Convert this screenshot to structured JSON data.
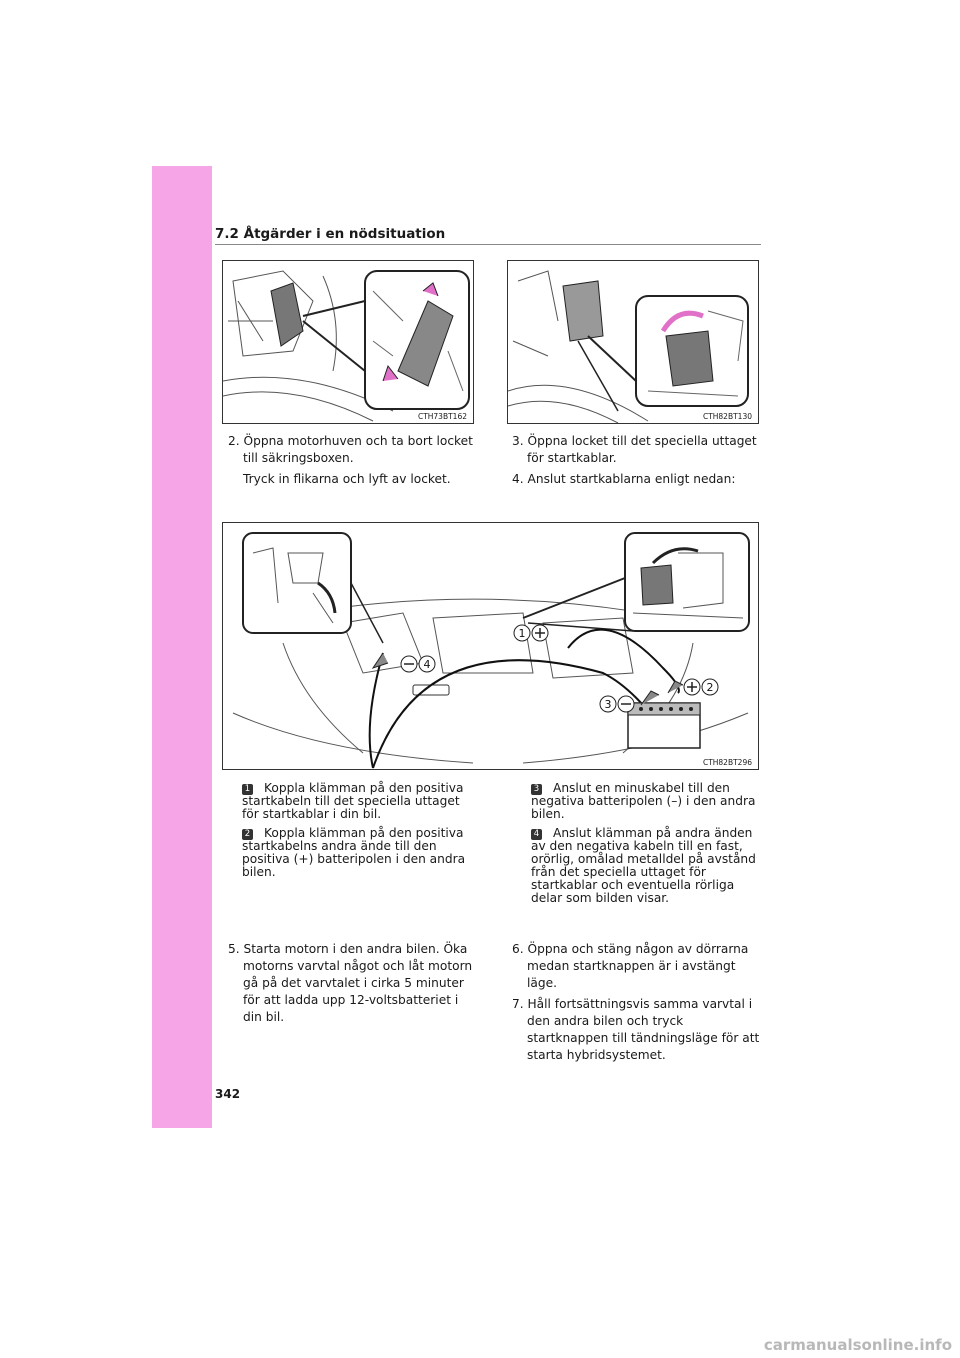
{
  "section": {
    "title": "7.2  Åtgärder i en nödsituation"
  },
  "figures": {
    "fig1": {
      "code": "CTH73BT162"
    },
    "fig2": {
      "code": "CTH82BT130"
    },
    "fig3": {
      "code": "CTH82BT296",
      "labels": [
        "1",
        "2",
        "3",
        "4"
      ]
    }
  },
  "steps_left": [
    {
      "number": "2.",
      "text": "Öppna motorhuven och ta bort locket till säkringsboxen.",
      "sub": "Tryck in flikarna och lyft av locket."
    }
  ],
  "steps_right": [
    {
      "number": "3.",
      "text": "Öppna locket till det speciella uttaget för startkablar."
    },
    {
      "number": "4.",
      "text": "Anslut startkablarna enligt nedan:"
    }
  ],
  "captions": [
    {
      "badge": "1",
      "text": "Koppla klämman på den positiva startkabeln till det speciella uttaget för startkablar i din bil."
    },
    {
      "badge": "2",
      "text": "Koppla klämman på den positiva startkabelns andra ände till den positiva (+) batteripolen i den andra bilen."
    },
    {
      "badge": "3",
      "text": "Anslut en minuskabel till den negativa batteripolen (–) i den andra bilen."
    },
    {
      "badge": "4",
      "text": "Anslut klämman på andra änden av den negativa kabeln till en fast, orörlig, omålad metalldel på avstånd från det speciella uttaget för startkablar och eventuella rörliga delar som bilden visar."
    }
  ],
  "steps_bottom_left": [
    {
      "number": "5.",
      "text": "Starta motorn i den andra bilen. Öka motorns varvtal något och låt motorn gå på det varvtalet i cirka 5 minuter för att ladda upp 12-voltsbatteriet i din bil."
    }
  ],
  "steps_bottom_right": [
    {
      "number": "6.",
      "text": "Öppna och stäng någon av dörrarna medan startknappen är i avstängt läge."
    },
    {
      "number": "7.",
      "text": "Håll fortsättningsvis samma varvtal i den andra bilen och tryck startknappen till tändningsläge för att starta hybridsystemet."
    }
  ],
  "page_number": "342",
  "watermark": "carmanualsonline.info",
  "colors": {
    "sidebar": "#f6a6e6",
    "arrow": "#e070c8"
  }
}
